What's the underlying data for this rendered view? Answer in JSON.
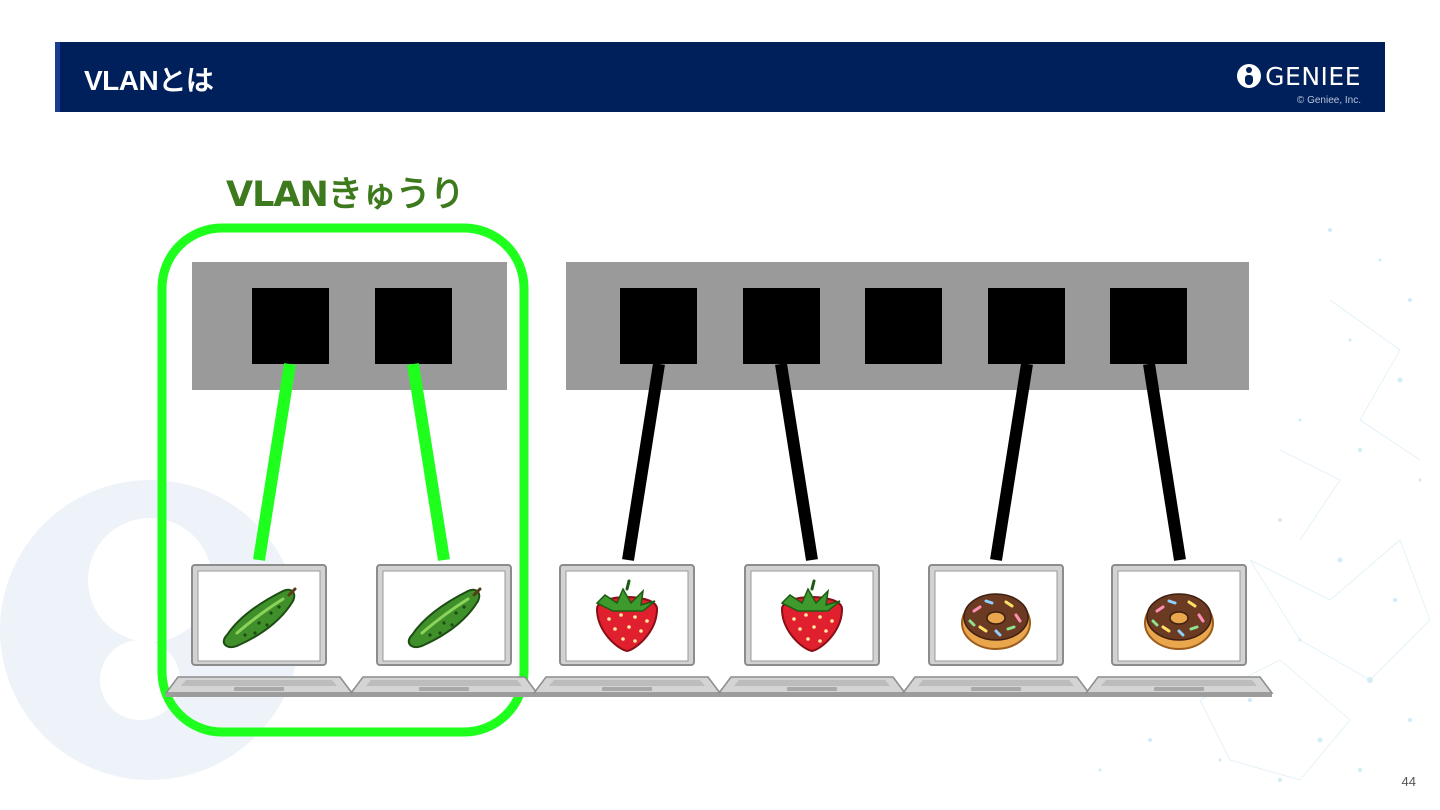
{
  "header": {
    "title": "VLANとは",
    "logo_text": "GENIEE",
    "copyright": "© Geniee, Inc."
  },
  "vlan_label": "VLANきゅうり",
  "page_number": "44",
  "colors": {
    "header_bg": "#00205c",
    "vlan_green": "#1eff1e",
    "label_green": "#3d7a1d",
    "switch_gray": "#9a9a9a",
    "port_black": "#000000"
  },
  "switches": [
    {
      "name": "switch-left",
      "ports": 2
    },
    {
      "name": "switch-right",
      "ports": 5
    }
  ],
  "laptops": [
    {
      "icon": "cucumber-icon",
      "vlan": true
    },
    {
      "icon": "cucumber-icon",
      "vlan": true
    },
    {
      "icon": "strawberry-icon",
      "vlan": false
    },
    {
      "icon": "strawberry-icon",
      "vlan": false
    },
    {
      "icon": "donut-icon",
      "vlan": false
    },
    {
      "icon": "donut-icon",
      "vlan": false
    }
  ]
}
